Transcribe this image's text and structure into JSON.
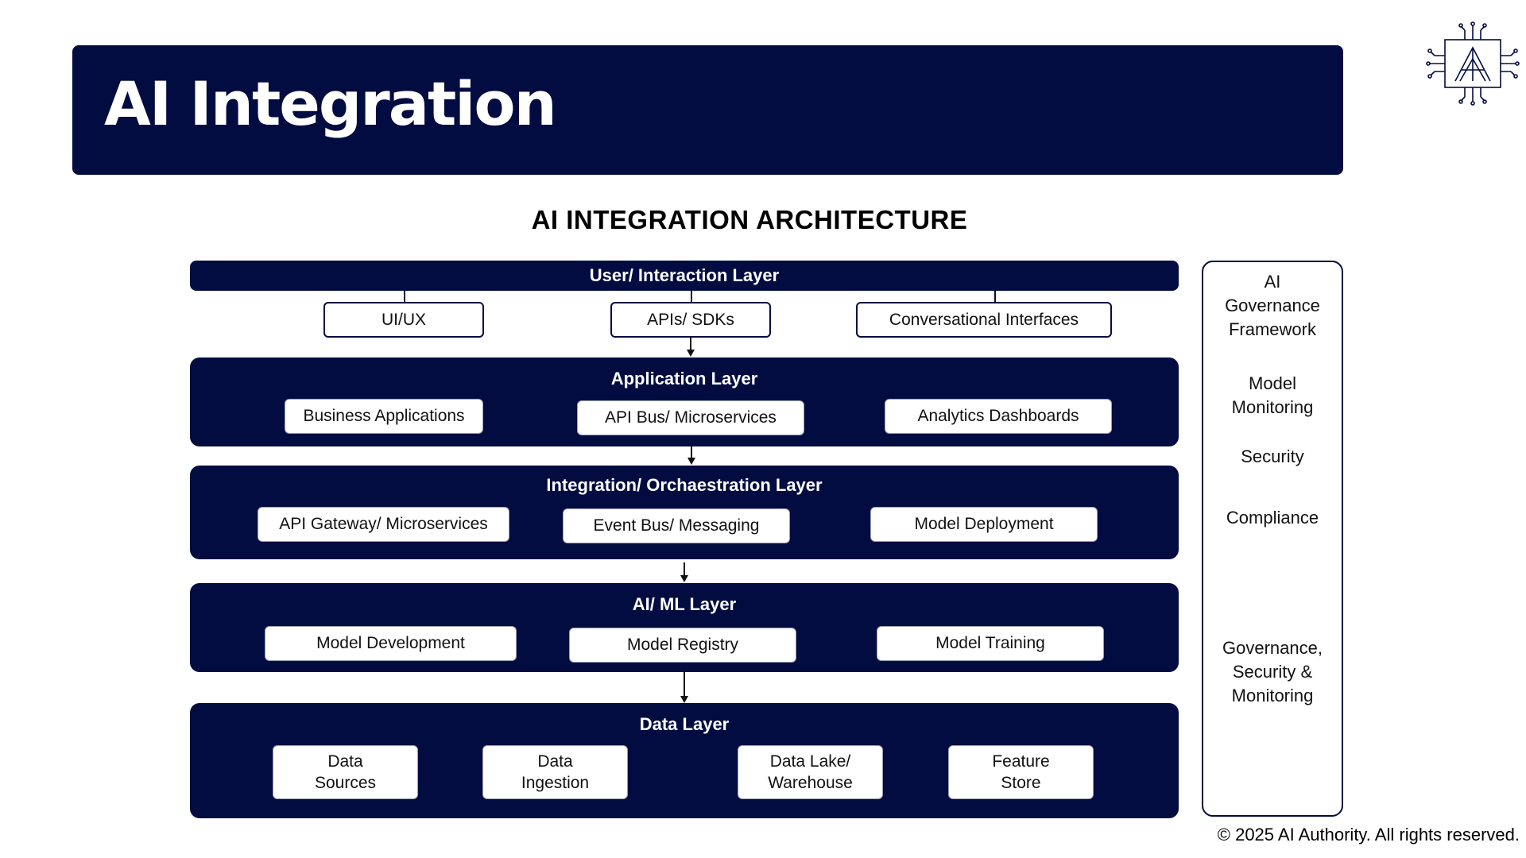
{
  "header": {
    "title": "AI Integration"
  },
  "diagram": {
    "title": "AI INTEGRATION ARCHITECTURE",
    "layers": [
      {
        "label": "User/ Interaction Layer",
        "components": [
          "UI/UX",
          "APIs/ SDKs",
          "Conversational Interfaces"
        ]
      },
      {
        "label": "Application Layer",
        "components": [
          "Business Applications",
          "API Bus/ Microservices",
          "Analytics Dashboards"
        ]
      },
      {
        "label": "Integration/ Orchaestration Layer",
        "components": [
          "API Gateway/ Microservices",
          "Event Bus/ Messaging",
          "Model Deployment"
        ]
      },
      {
        "label": "AI/ ML Layer",
        "components": [
          "Model Development",
          "Model Registry",
          "Model Training"
        ]
      },
      {
        "label": "Data Layer",
        "components": [
          "Data\nSources",
          "Data\nIngestion",
          "Data Lake/\nWarehouse",
          "Feature\nStore"
        ]
      }
    ],
    "governance_panel": {
      "items": [
        "AI\nGovernance\nFramework",
        "Model\nMonitoring",
        "Security",
        "Compliance",
        "Governance,\nSecurity &\nMonitoring"
      ]
    }
  },
  "footer": {
    "copyright": "© 2025 AI Authority. All rights reserved."
  },
  "colors": {
    "navy": "#020c40",
    "background": "#ffffff",
    "box_fill": "#ffffff"
  },
  "icons": {
    "logo": "circuit-a-logo-icon"
  }
}
